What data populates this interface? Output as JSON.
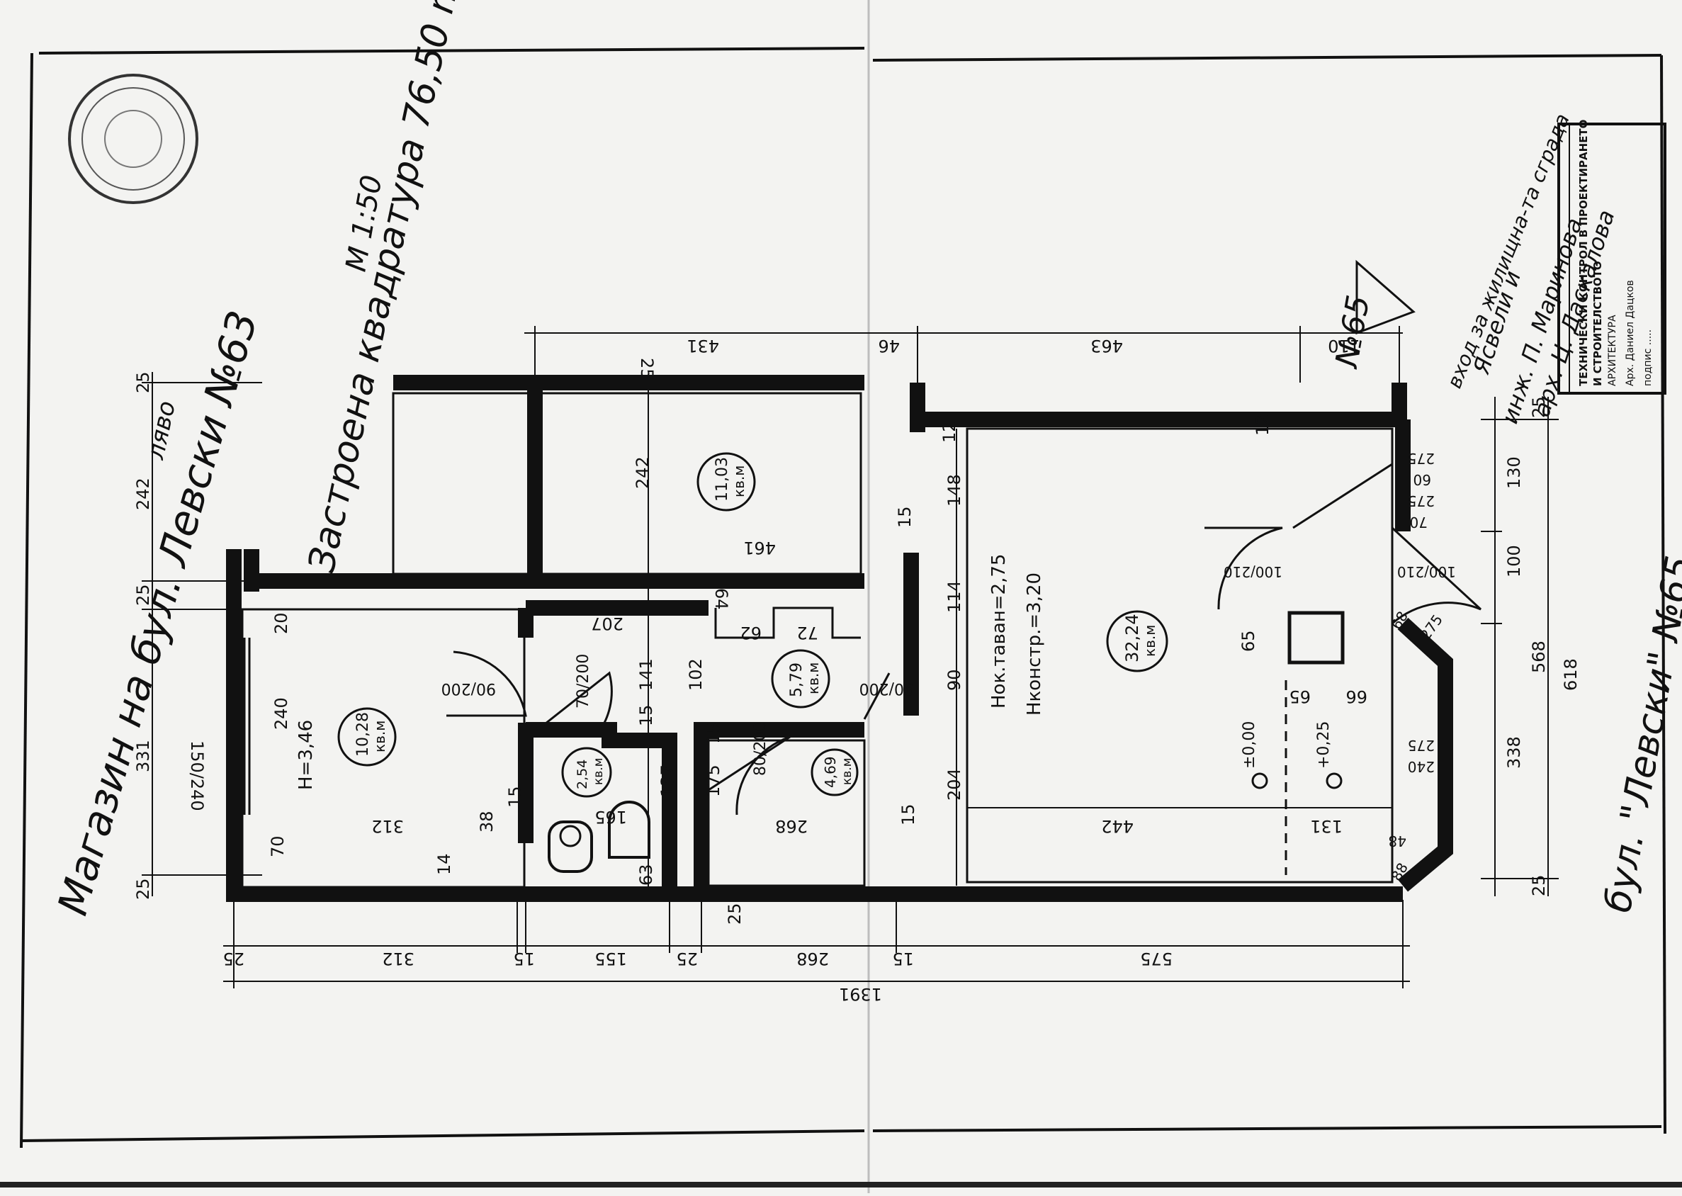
{
  "sheet": {
    "paper_color": "#f3f3f1",
    "ink_color": "#111111"
  },
  "title": {
    "main": "Магазин на бул. Левски №63",
    "side": "ляво",
    "area_label": "Застроена квадратура 76,50 m²",
    "scale": "M 1:50"
  },
  "right_title": "бул. \"Левски\" №65",
  "approval": {
    "entry_label": "вход за жилищна-та сграда",
    "number": "№65",
    "agreed": "Ясвели и",
    "engineer1": "инж. П. Маринова",
    "engineer2": "арх. Ц. Даскалова",
    "stamp_line1": "ТЕХНИЧЕСКИ КОНТРОЛ В ПРОЕКТИРАНЕТО",
    "stamp_line2": "И СТРОИТЕЛСТВОТО",
    "stamp_line3": "АРХИТЕКТУРА",
    "stamp_line4": "Арх. Даниел Дацков",
    "stamp_line5": "подпис ....."
  },
  "rooms": [
    {
      "id": "r1",
      "area": "10,28",
      "unit": "кв.м",
      "note": "H=3,46"
    },
    {
      "id": "r2",
      "area": "11,03",
      "unit": "кв.м"
    },
    {
      "id": "r3",
      "area": "2,54",
      "unit": "кв.м"
    },
    {
      "id": "r4",
      "area": "5,79",
      "unit": "кв.м"
    },
    {
      "id": "r5",
      "area": "4,69",
      "unit": "кв.м"
    },
    {
      "id": "r6",
      "area": "32,24",
      "unit": "кв.м"
    }
  ],
  "heights": {
    "ceiling": "Нок.таван=2,75",
    "constr": "Нконстр.=3,20"
  },
  "levels": [
    "±0,00",
    "+0,25"
  ],
  "dims_top": [
    "25",
    "431",
    "46",
    "463",
    "110"
  ],
  "dims_bottom": [
    "25",
    "312",
    "15",
    "155",
    "25",
    "268",
    "15",
    "575"
  ],
  "dims_bottom_total": "1391",
  "dims_left": [
    "25",
    "242",
    "25",
    "331",
    "25"
  ],
  "dims_right_outer": [
    "25",
    "130",
    "100",
    "568",
    "618",
    "338",
    "25"
  ],
  "dims_inner": {
    "room2_w": "242",
    "room2_len": "461",
    "r1_len": "312",
    "r1_h": "240",
    "r1_window": "150/240",
    "r1_dim38": "38",
    "r1_dim70": "70",
    "r1_dim20": "20",
    "r1_dim15": "15",
    "r1_dim14": "14",
    "corr_207": "207",
    "corr_64": "64",
    "corr_62": "62",
    "corr_72": "72",
    "door1": "90/200",
    "door2": "70/200",
    "door3": "80/200",
    "door4": "90/200",
    "wc_165": "165",
    "wc_137": "137",
    "wc_15a": "15",
    "wc_63": "63",
    "wc_25": "25",
    "wc_141": "141",
    "r4_102": "102",
    "r5_175": "175",
    "r5_15": "15",
    "r5_268": "268",
    "r6_12a": "12",
    "r6_148": "148",
    "r6_114": "114",
    "r6_90": "90",
    "r6_204": "204",
    "r6_15": "15",
    "r6_12b": "12",
    "r6_442": "442",
    "r6_131": "131",
    "r6_65a": "65",
    "r6_65b": "65",
    "r6_66": "66",
    "r6_68": "68",
    "r6_48": "48",
    "r6_88": "88",
    "r6_275a": "275",
    "r6_275b": "275",
    "r6_275c": "275",
    "r6_275d": "275",
    "r6_60": "60",
    "r6_70": "70",
    "r6_240": "240",
    "r6_100_210a": "100/210",
    "r6_100_210b": "100/210",
    "r6_15b": "15"
  }
}
